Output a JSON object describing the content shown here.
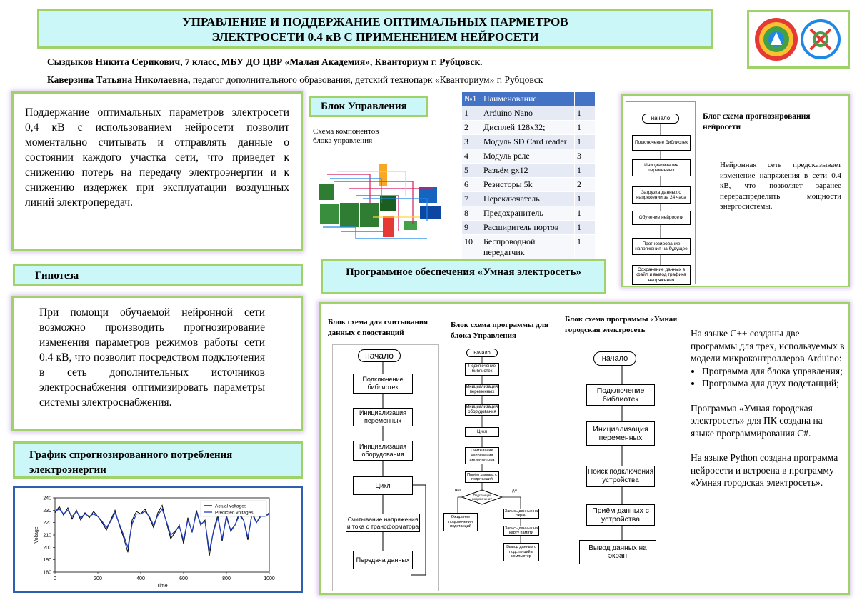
{
  "header": {
    "title_line1": "УПРАВЛЕНИЕ И ПОДДЕРЖАНИЕ ОПТИМАЛЬНЫХ ПАРМЕТРОВ",
    "title_line2": "ЭЛЕКТРОСЕТИ 0.4 кВ С ПРИМЕНЕНИЕМ НЕЙРОСЕТИ",
    "author1": "Сыздыков Никита Серикович, 7 класс, МБУ ДО ЦВР «Малая Академия»,  Кванториум г. Рубцовск.",
    "author2_bold": "Каверзина Татьяна Николаевна,",
    "author2_rest": " педагог дополнительного образования, детский технопарк «Кванториум» г. Рубцовск"
  },
  "intro": {
    "text": "Поддержание оптимальных параметров электросети 0,4 кВ с использованием нейросети позволит моментально считывать и отправлять данные о состоянии каждого участка сети, что приведет к снижению потерь на передачу электроэнергии и к снижению издержек при эксплуатации воздушных линий электропередач."
  },
  "hypothesis": {
    "heading": "Гипотеза",
    "text": "При помощи обучаемой нейронной сети возможно производить прогнозирование изменения параметров режимов работы сети 0.4 кВ, что позволит посредством подключения в сеть дополнительных источников электроснабжения оптимизировать параметры системы электроснабжения."
  },
  "forecast": {
    "heading": "График спрогнозированного потребления электроэнергии"
  },
  "control_block": {
    "heading": "Блок Управления",
    "scheme_caption": "Схема компонентов блока управления"
  },
  "components_table": {
    "headers": [
      "№1",
      "Наименование",
      ""
    ],
    "rows": [
      [
        "1",
        "Arduino Nano",
        "1"
      ],
      [
        "2",
        "Дисплей 128х32;",
        "1"
      ],
      [
        "3",
        "Модуль SD Card reader",
        "1"
      ],
      [
        "4",
        "Модуль реле",
        "3"
      ],
      [
        "5",
        "Разъём gx12",
        "1"
      ],
      [
        "6",
        "Резисторы 5k",
        "2"
      ],
      [
        "7",
        "Переключатель",
        "1"
      ],
      [
        "8",
        "Предохранитель",
        "1"
      ],
      [
        "9",
        "Расширитель портов",
        "1"
      ],
      [
        "10",
        "Беспроводной передатчик",
        "1"
      ]
    ]
  },
  "neural_block": {
    "title": "Блог схема прогнозирования нейросети",
    "text": "Нейронная сеть предсказывает изменение напряжения в сети 0.4 кВ, что позволяет заранее перераспределить мощности энергосистемы.",
    "steps": [
      "начало",
      "Подключение библиотек",
      "Инициализация переменных",
      "Загрузка данных о напряжении за 24 часа",
      "Обучение нейросети",
      "Прогнозирование напряжения на будущее",
      "Сохранение данных в файл и вывод графика напряжения"
    ]
  },
  "software": {
    "heading": "Программное обеспечения «Умная электросеть»",
    "col1_title": "Блок схема для считывания данных с подстанций",
    "col1_steps": [
      "начало",
      "Подключение библиотек",
      "Инициализация переменных",
      "Инициализация оборудования",
      "Цикл",
      "Считывание напряжения и тока с трансформатора",
      "Передача данных"
    ],
    "col2_title": "Блок схема программы для блока Управления",
    "col2_steps": [
      "начало",
      "Подключение библиотек",
      "Инициализация переменных",
      "Инициализация оборудования",
      "Цикл",
      "Считывание напряжения аккумулятора",
      "Приём данных с подстанций",
      "Подстанция подключена?",
      "Ожидание подключения подстанций",
      "Запись данных на экран",
      "Запись данных на карту памяти",
      "Вывод данных с подстанций в компьютер"
    ],
    "col2_no": "нет",
    "col2_yes": "да",
    "col3_title": "Блок схема программы «Умная  городская электросеть",
    "col3_steps": [
      "начало",
      "Подключение библиотек",
      "Инициализация переменных",
      "Поиск подключения устройства",
      "Приём данных с устройства",
      "Вывод данных на экран"
    ],
    "desc_intro": "На языке С++ созданы две программы для трех, используемых в модели микроконтроллеров Arduino:",
    "desc_bullets": [
      "Программа для блока управления;",
      "Программа для двух подстанций;"
    ],
    "desc_p2": "Программа «Умная городская электросеть» для ПК создана на языке программирования C#.",
    "desc_p3": "На языке Python создана программа нейросети и встроена в программу «Умная городская электросеть»."
  },
  "chart_data": {
    "type": "line",
    "title": "",
    "xlabel": "Time",
    "ylabel": "Voltage",
    "xlim": [
      0,
      1000
    ],
    "ylim": [
      180,
      240
    ],
    "xticks": [
      0,
      200,
      400,
      600,
      800,
      1000
    ],
    "yticks": [
      180,
      190,
      200,
      210,
      220,
      230,
      240
    ],
    "legend_position": "top-right",
    "series": [
      {
        "name": "Actual voltages",
        "color": "#000000",
        "x": [
          0,
          20,
          40,
          60,
          80,
          100,
          120,
          140,
          160,
          180,
          200,
          220,
          240,
          260,
          280,
          300,
          320,
          340,
          360,
          380,
          400,
          420,
          440,
          460,
          480,
          500,
          520,
          540,
          560,
          580,
          600,
          620,
          640,
          660,
          680,
          700,
          720,
          740,
          760,
          780,
          800,
          820,
          840,
          860,
          880,
          900,
          920,
          940,
          960,
          980,
          1000
        ],
        "y": [
          228,
          233,
          226,
          232,
          223,
          230,
          222,
          228,
          224,
          229,
          225,
          220,
          214,
          222,
          230,
          218,
          208,
          196,
          222,
          229,
          227,
          231,
          224,
          216,
          228,
          234,
          220,
          207,
          212,
          218,
          203,
          224,
          212,
          230,
          218,
          222,
          193,
          214,
          226,
          205,
          226,
          213,
          218,
          228,
          222,
          206,
          229,
          220,
          226,
          225,
          228
        ]
      },
      {
        "name": "Predicted voltages",
        "color": "#1f3fbf",
        "x": [
          0,
          20,
          40,
          60,
          80,
          100,
          120,
          140,
          160,
          180,
          200,
          220,
          240,
          260,
          280,
          300,
          320,
          340,
          360,
          380,
          400,
          420,
          440,
          460,
          480,
          500,
          520,
          540,
          560,
          580,
          600,
          620,
          640,
          660,
          680,
          700,
          720,
          740,
          760,
          780,
          800,
          820,
          840,
          860,
          880,
          900,
          920,
          940,
          960,
          980,
          1000
        ],
        "y": [
          229,
          231,
          227,
          230,
          225,
          229,
          224,
          227,
          225,
          227,
          225,
          221,
          216,
          221,
          228,
          219,
          210,
          200,
          219,
          227,
          227,
          229,
          225,
          218,
          226,
          231,
          221,
          210,
          213,
          217,
          206,
          222,
          213,
          228,
          219,
          221,
          197,
          213,
          224,
          207,
          224,
          214,
          218,
          226,
          222,
          208,
          227,
          220,
          225,
          225,
          227
        ]
      }
    ]
  },
  "colors": {
    "accent_green": "#9fd36a",
    "header_cyan": "#ccf7f9",
    "table_blue": "#4472c4"
  }
}
